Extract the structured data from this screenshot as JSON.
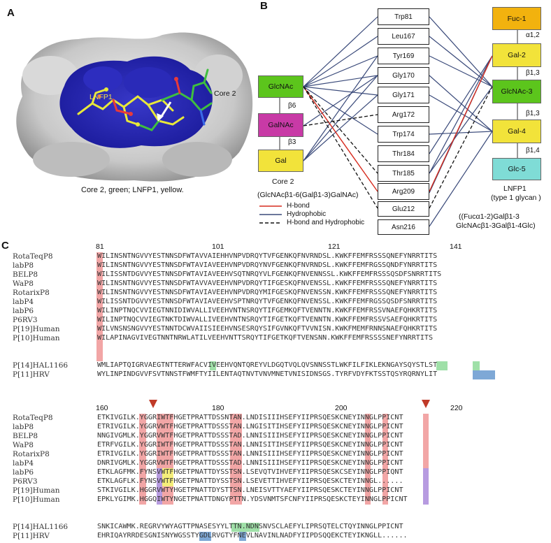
{
  "panel_a": {
    "letter": "A",
    "label_lnfp1": "LNFP1",
    "label_core2": "Core 2",
    "caption": "Core 2, green; LNFP1, yellow."
  },
  "panel_b": {
    "letter": "B",
    "residues": [
      "Trp81",
      "Leu167",
      "Tyr169",
      "Gly170",
      "Gly171",
      "Arg172",
      "Trp174",
      "Thr184",
      "Thr185",
      "Arg209",
      "Glu212",
      "Asn216"
    ],
    "core2": {
      "glcnac": "GlcNAc",
      "galnac": "GalNAc",
      "gal": "Gal",
      "link1": "β6",
      "link2": "β3",
      "title": "Core 2",
      "formula": "(GlcNAcβ1-6(Galβ1-3)GalNAc)",
      "colors": {
        "glcnac": "#5cc51c",
        "galnac": "#c83aa6",
        "gal": "#f2e33a"
      }
    },
    "lnfp1": {
      "fuc": "Fuc-1",
      "gal2": "Gal-2",
      "glcnac3": "GlcNAc-3",
      "gal4": "Gal-4",
      "glc5": "Glc-5",
      "link_a": "α1,2",
      "link_b": "β1,3",
      "link_c": "β1,3",
      "link_d": "β1,4",
      "title": "LNFP1",
      "subtitle": "(type 1 glycan )",
      "formula1": "((Fucα1-2)Galβ1-3",
      "formula2": "GlcNAcβ1-3Galβ1-4Glc)",
      "colors": {
        "fuc": "#f2b20e",
        "gal": "#f2e33a",
        "glcnac": "#5cc51c",
        "glc": "#7fdcd6"
      }
    },
    "legend": {
      "hbond": "H-bond",
      "hydrophobic": "Hydrophobic",
      "both": "H-bond and Hydrophobic",
      "colors": {
        "hbond": "#d62b1e",
        "hydrophobic": "#3a4a7a",
        "both": "#111111"
      }
    }
  },
  "panel_c": {
    "letter": "C",
    "block1": {
      "numbers": [
        "81",
        "101",
        "121",
        "141"
      ],
      "rows": [
        {
          "name": "RotaTeqP8",
          "seq": "WILINSNTNGVVYESTNNSDFWTAVVAIEHHVNPVDRQYTVFGENKQFNVRNDSL.KWKFFEMFRSSSQNEFYNRRTITS"
        },
        {
          "name": "labP8",
          "seq": "WILINSNTNGVVYESTNNSDFWTAVIAVEEHVNPVDRQYNVFGENKQFNVRNDSL.KWKFFEMFRGSSQNDFYNRRTITS"
        },
        {
          "name": "BELP8",
          "seq": "WILISSNTDGVVYESTNNSDFWTAVIAVEEHVSQTNRQYVLFGENKQFNVENNSSL.KWKFFEMFRSSSQSDFSNRRTITS"
        },
        {
          "name": "WaP8",
          "seq": "WILINSNTNGVVYESTNNSDFWTAVVAVEEHVNPVDRQYTIFGESKQFNVENSSL.KWKFFEMFRSSSQNEFYNRRTITS"
        },
        {
          "name": "RotarixP8",
          "seq": "WILINSNTNGVVYESTNNSDFWTAVIAVEEHVNPVDRQYMIFGESKQFNVENSSN.KWKFFEMFRSSSQNEFYNRRTITS"
        },
        {
          "name": "labP4",
          "seq": "WILISSNTDGVVYESTNNSDFWTAVIAVEEHVSPTNRQYTVFGENKQFNVENSSL.KWKFFEMFRGSSQSDFSNRRTITS"
        },
        {
          "name": "labP6",
          "seq": "WILINPTNQCVVIEGTNNIDIWVALLIVEEHVNTNSRQYTIFGEMKQFTVENNTN.KWKFFEMFRSSVNAEFQHKRTITS"
        },
        {
          "name": "P6RV3",
          "seq": "WILINPTNQCVVIEGTNKTDIWVALLIVEEHVNTNSRQYTIFGETKQFTVENNTN.KWKFFEMFRSSVSAEFQHKRTITS"
        },
        {
          "name": "P[19]Human",
          "seq": "WILVNSNSNGVVYESTNNTDCWVAIISIEEHVNSESRQYSIFGVNKQFTVVNISN.KWKFMEMFRNNSNAEFQHKRTITS"
        },
        {
          "name": "P[10]Human",
          "seq": "WILAPINAGVIVEGTNNTNRWLATILVEEHVNTTSRQYTIFGETKQFTVENSNN.KWKFFEMFRSSSSNEFYNRRTITS"
        },
        {
          "name": "P[14]HAL1166",
          "seq": "WMLIAPTQIGRVAEGTNTTERWFACVIVEEHVQNTQREYVLDGQTVQLQVSNNSSTLWKFILFIKLEKNGAYSQYSTLST"
        },
        {
          "name": "P[11]HRV",
          "seq": "WYLINPINDGVVFSVTNNSTFWMFTYIILENTAQTNVTVNVMNETVNISIDNSGS.TYRFVDYFKTSSTQSYRQRNYLIT"
        }
      ]
    },
    "block2": {
      "numbers": [
        "160",
        "180",
        "200",
        "220"
      ],
      "rows": [
        {
          "name": "RotaTeqP8",
          "seq": "ETKIVGILK.YGGRIWTFHGETPRATTDSSNTAN.LNDISIIIHSEFYIIPRSQESKCNEYINNGLPPICNT"
        },
        {
          "name": "labP8",
          "seq": "ETRIVGILK.YGGRVWTFHGETPRATTDSSSTAN.LNGISITIHSEFYIIPRSQESKCNEYINNGLPPICNT"
        },
        {
          "name": "BELP8",
          "seq": "NNGIVGMLK.YGGRVWTFHGETPRATTDSSSTAD.LNNISIIIHSEFYIIPRSQESKCNEYINNGLPPICNT"
        },
        {
          "name": "WaP8",
          "seq": "ETRFVGILK.YGGRIWTFHGETPRATTDSSSTAN.LNNISITIHSEFYIIPRSQESKCNEYINNGLPPICNT"
        },
        {
          "name": "RotarixP8",
          "seq": "ETRIVGILK.YGGRIWTFHGETPRATTDSSSTAN.LNNISIIIHSEFYIIPRSQESKCNEYINNGLPPICNT"
        },
        {
          "name": "labP4",
          "seq": "DNRIVGMLK.YGGRVWTFHGETPRATTDSSSTAD.LNNISIIIHSEFYIIPRSQESKCNEYINNGLPPICNT"
        },
        {
          "name": "labP6",
          "seq": "ETKLAGFMK.FYNSVWTFHGETPNATTDYSSTSN.LSEVQTVIHVEFYIIPRSQESKCSEYINNGLPPIQNT"
        },
        {
          "name": "P6RV3",
          "seq": "ETKLAGFLK.FYNSVWTFHGETPNATTDYSSTSN.LSEVETTIHVEFYIIPRSQESKCTEYINNGL......"
        },
        {
          "name": "P[19]Human",
          "seq": "STKIVGILK.HGGRVWTYHGETPNATTDYSTTSN.LNEISVTTYAEFYIIPRSQESKCTEYINNGLPPICNT"
        },
        {
          "name": "P[10]Human",
          "seq": "EPKLYGIMK.HGGQIWTYNGETPNATTDNGYPTTN.YDSVNMTSFCNFYIIPRSQESKCTEYINNGLPPICNT"
        },
        {
          "name": "P[14]HAL1166",
          "seq": "SNKICAWMK.REGRVYWYAGTTPNASESYYLTTN.NDNSNVSCLAEFYLIPRSQTELCTQYINNGLPPICNT"
        },
        {
          "name": "P[11]HRV",
          "seq": "EHRIQAYRRDESGNISNYWGSSTYGDLRVGTYFNEVLNAVINLNADFYIIPDSQQEKCTEYIKNGLL......"
        }
      ]
    }
  }
}
